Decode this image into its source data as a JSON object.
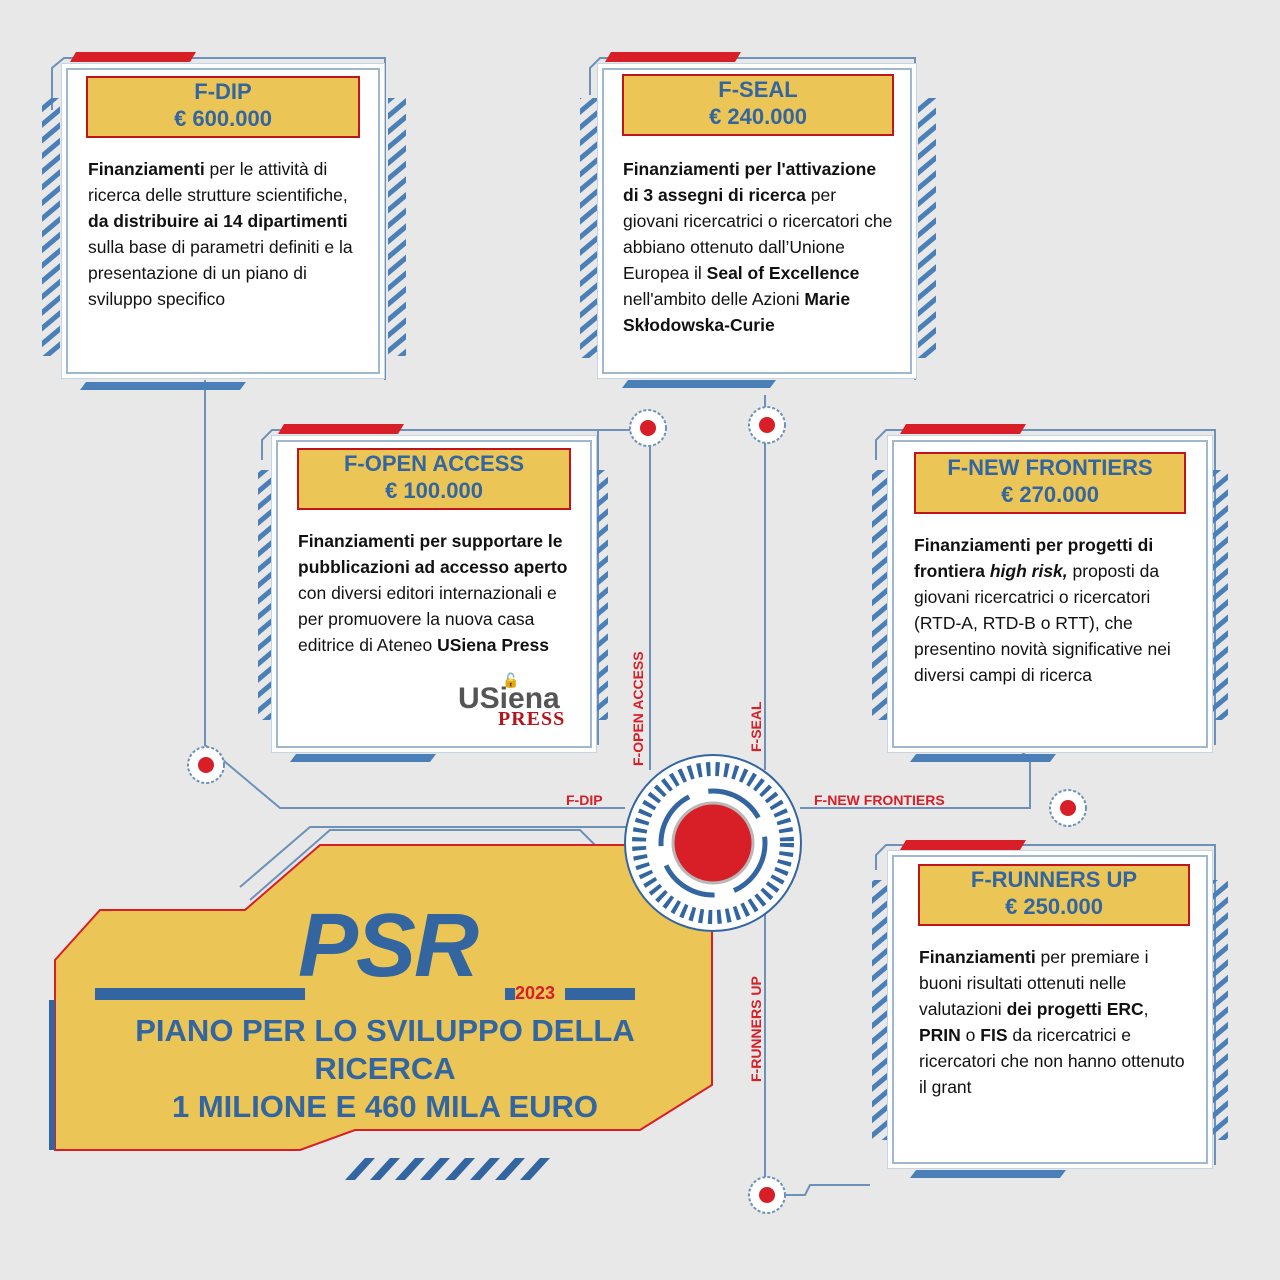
{
  "cards": {
    "dip": {
      "title": "F-DIP",
      "amount": "€ 600.000",
      "body": [
        {
          "t": "Finanziamenti",
          "b": true
        },
        {
          "t": " per le attività di ricerca delle strutture scientifiche, ",
          "b": false
        },
        {
          "t": "da distribuire ai 14 dipartimenti",
          "b": true
        },
        {
          "t": " sulla base di parametri definiti e la presentazione di un piano di sviluppo specifico",
          "b": false
        }
      ]
    },
    "seal": {
      "title": "F-SEAL",
      "amount": "€ 240.000",
      "body": [
        {
          "t": "Finanziamenti per l'attivazione di 3 assegni di ricerca",
          "b": true
        },
        {
          "t": " per giovani ricercatrici o ricercatori che abbiano ottenuto dall’Unione Europea il ",
          "b": false
        },
        {
          "t": "Seal of Excellence",
          "b": true
        },
        {
          "t": " nell'ambito delle Azioni ",
          "b": false
        },
        {
          "t": "Marie Skłodowska-Curie",
          "b": true
        }
      ]
    },
    "open": {
      "title": "F-OPEN ACCESS",
      "amount": "€ 100.000",
      "body": [
        {
          "t": "Finanziamenti per supportare le pubblicazioni ad accesso aperto",
          "b": true
        },
        {
          "t": " con diversi editori internazionali e per promuovere la nuova casa editrice di Ateneo ",
          "b": false
        },
        {
          "t": "USiena Press",
          "b": true
        }
      ],
      "logo_word": "USiena",
      "logo_press": "PRESS"
    },
    "newf": {
      "title": "F-NEW FRONTIERS",
      "amount": "€ 270.000",
      "body": [
        {
          "t": "Finanziamenti per progetti di frontiera ",
          "b": true
        },
        {
          "t": "high risk,",
          "b": true,
          "i": true
        },
        {
          "t": " proposti da giovani ricercatrici o ricercatori (RTD-A, RTD-B o RTT), che presentino novità significative nei diversi campi di ricerca",
          "b": false
        }
      ]
    },
    "runners": {
      "title": "F-RUNNERS UP",
      "amount": "€ 250.000",
      "body": [
        {
          "t": "Finanziamenti",
          "b": true
        },
        {
          "t": " per premiare i buoni risultati ottenuti nelle valutazioni ",
          "b": false
        },
        {
          "t": "dei progetti ERC",
          "b": true
        },
        {
          "t": ", ",
          "b": false
        },
        {
          "t": "PRIN",
          "b": true
        },
        {
          "t": " o ",
          "b": false
        },
        {
          "t": "FIS",
          "b": true
        },
        {
          "t": " da ricercatrici e ricercatori che non hanno ottenuto il grant",
          "b": false
        }
      ]
    }
  },
  "labels": {
    "open_access": "F-OPEN ACCESS",
    "seal": "F-SEAL",
    "dip": "F-DIP",
    "new_frontiers": "F-NEW FRONTIERS",
    "runners_up": "F-RUNNERS UP"
  },
  "banner": {
    "title": "PSR",
    "year": "2023",
    "line1": "PIANO PER LO SVILUPPO DELLA RICERCA",
    "line2": "1 MILIONE E 460 MILA EURO"
  },
  "colors": {
    "blue": "#3366a0",
    "red": "#d81e27",
    "yellow": "#ebc556",
    "background": "#e8e8e8"
  }
}
